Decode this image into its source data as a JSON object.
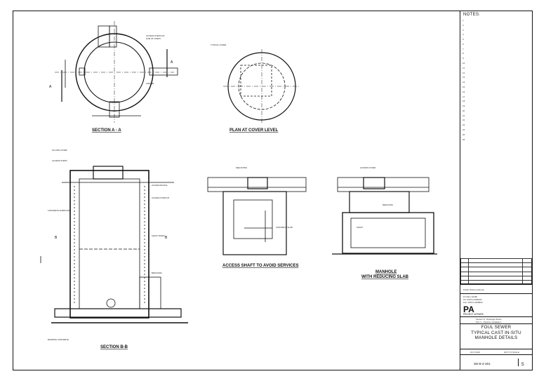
{
  "notes": {
    "heading": "NOTES:",
    "items": [
      "1",
      "2",
      "3",
      "4",
      "5",
      "6",
      "7",
      "8",
      "9",
      "10",
      "11",
      "12",
      "13",
      "14",
      "15",
      "16",
      "17",
      "18",
      "19",
      "20",
      "21",
      "22",
      "23",
      "24",
      "25",
      "26"
    ]
  },
  "views": {
    "section_aa": "SECTION A - A",
    "plan_cover": "PLAN AT COVER LEVEL",
    "section_bb": "SECTION B-B",
    "access_shaft": "ACCESS SHAFT TO AVOID SERVICES",
    "manhole_line1": "MANHOLE",
    "manhole_line2": "WITH REDUCING SLAB"
  },
  "marks": {
    "a": "A",
    "b": "B"
  },
  "titleblock": {
    "authority_name": "Public Works Authority",
    "pobox": "P.O.Box 22188",
    "tel": "Tel: 00974 4495000",
    "fax": "Fax: 00974 4495800",
    "logo": "PA",
    "logo_sub": "PROJECT AFFAIRS",
    "section_line1": "Section 8 - Drainage Works",
    "section_line2": "Part 4 - Pipeline Installation",
    "title_line1": "FOUL SEWER",
    "title_line2": "TYPICAL CAST IN-SITU",
    "title_line3": "MANHOLE DETAILS",
    "date": "OCT 2016",
    "scale": "NOT TO SCALE",
    "drawing_no": "SD-8-4-201",
    "sheet": "5"
  }
}
